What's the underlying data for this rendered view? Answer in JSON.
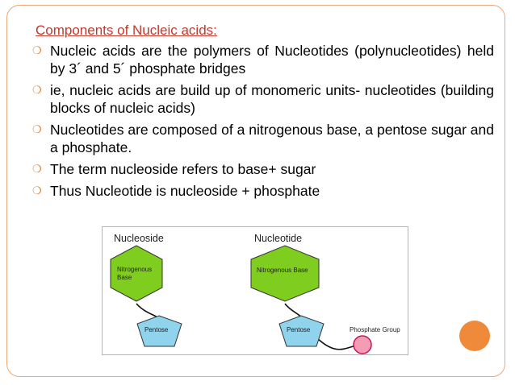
{
  "slide": {
    "heading": "Components of Nucleic acids:",
    "bullets": [
      "Nucleic acids are the polymers of Nucleotides (polynucleotides) held by 3´ and 5´ phosphate bridges",
      "ie, nucleic acids are build up of monomeric units- nucleotides (building blocks of nucleic acids)",
      "Nucleotides are composed of a nitrogenous base, a pentose sugar and a phosphate.",
      "The term nucleoside refers to base+ sugar",
      "Thus Nucleotide is nucleoside + phosphate"
    ],
    "bullet_icon": "hollow-circle-bullet-icon",
    "accent_color": "#e07a2c",
    "heading_color": "#c0392b"
  },
  "diagram": {
    "nucleoside": {
      "title": "Nucleoside",
      "base_label": "Nitrogenous Base",
      "sugar_label": "Pentose"
    },
    "nucleotide": {
      "title": "Nucleotide",
      "base_label": "Nitrogenous Base",
      "sugar_label": "Pentose",
      "phosphate_label": "Phosphate Group"
    },
    "colors": {
      "base": "#7fce1f",
      "sugar": "#8fd3ec",
      "phosphate": "#f59bb4"
    }
  }
}
